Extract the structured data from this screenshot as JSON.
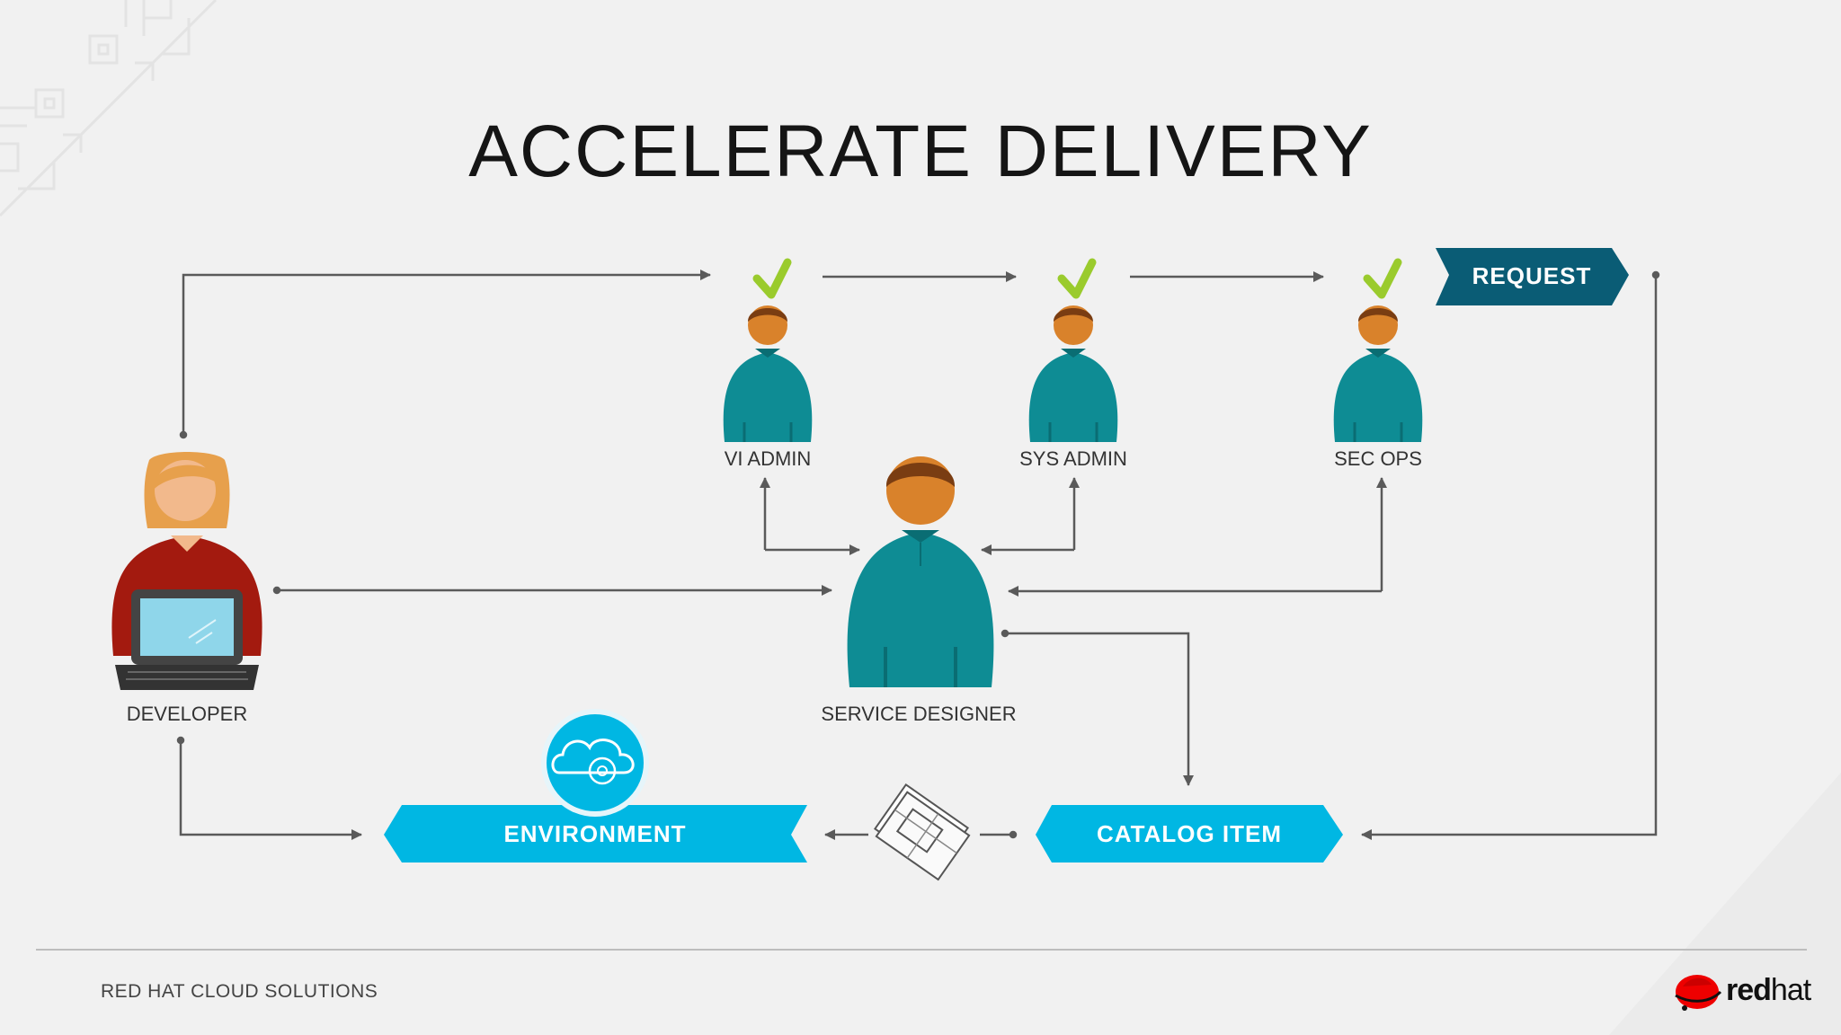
{
  "title": "ACCELERATE DELIVERY",
  "actors": {
    "vi_admin": "VI ADMIN",
    "sys_admin": "SYS ADMIN",
    "sec_ops": "SEC OPS",
    "developer": "DEVELOPER",
    "service_designer": "SERVICE DESIGNER"
  },
  "banners": {
    "request": "REQUEST",
    "environment": "ENVIRONMENT",
    "catalog_item": "CATALOG ITEM"
  },
  "footer": {
    "left_text": "RED HAT CLOUD SOLUTIONS",
    "brand_bold": "red",
    "brand_regular": "hat"
  },
  "colors": {
    "teal_person": "#0e8c94",
    "skin": "#d9822b",
    "hair": "#7a3d12",
    "check": "#9acb2d",
    "banner_dark": "#0a5c75",
    "banner_light": "#00b7e3",
    "developer_shirt": "#a31a0f",
    "arrow": "#5a5a5a",
    "brand_red": "#e00"
  }
}
